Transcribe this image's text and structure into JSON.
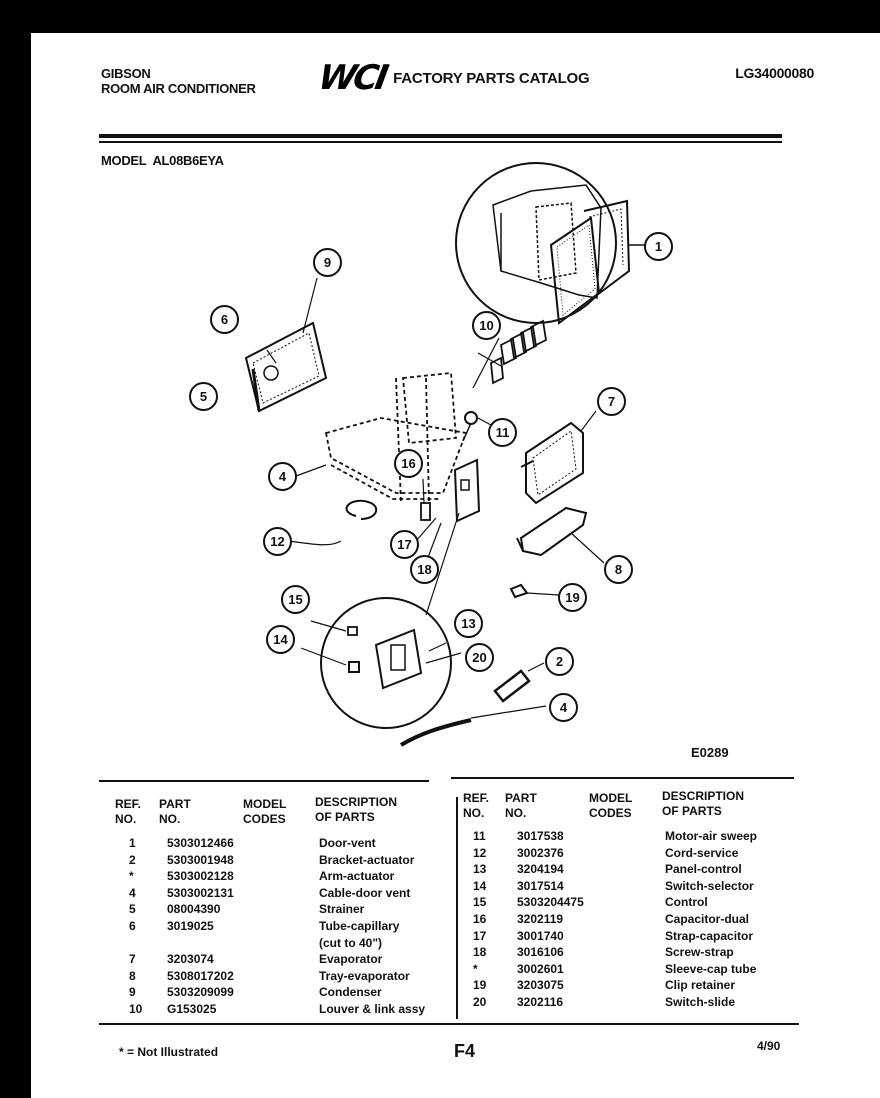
{
  "header": {
    "brand_line1": "GIBSON",
    "brand_line2": "ROOM AIR CONDITIONER",
    "logo": "WCI",
    "catalog_title": "FACTORY PARTS CATALOG",
    "doc_number": "LG34000080"
  },
  "model": {
    "label": "MODEL",
    "value": "AL08B6EYA"
  },
  "diagram": {
    "code": "E0289",
    "callouts": [
      "1",
      "2",
      "4",
      "4",
      "5",
      "6",
      "7",
      "8",
      "9",
      "10",
      "11",
      "12",
      "13",
      "14",
      "15",
      "16",
      "17",
      "18",
      "19",
      "20"
    ]
  },
  "table": {
    "headers": {
      "ref_line1": "REF.",
      "ref_line2": "NO.",
      "part_line1": "PART",
      "part_line2": "NO.",
      "model_line1": "MODEL",
      "model_line2": "CODES",
      "desc_line1": "DESCRIPTION",
      "desc_line2": "OF PARTS"
    },
    "left_rows": [
      {
        "ref": "1",
        "part": "5303012466",
        "desc": "Door-vent"
      },
      {
        "ref": "2",
        "part": "5303001948",
        "desc": "Bracket-actuator"
      },
      {
        "ref": "*",
        "part": "5303002128",
        "desc": "Arm-actuator"
      },
      {
        "ref": "4",
        "part": "5303002131",
        "desc": "Cable-door vent"
      },
      {
        "ref": "5",
        "part": "08004390",
        "desc": "Strainer"
      },
      {
        "ref": "6",
        "part": "3019025",
        "desc": "Tube-capillary"
      },
      {
        "ref": "",
        "part": "",
        "desc": "(cut to 40\")"
      },
      {
        "ref": "7",
        "part": "3203074",
        "desc": "Evaporator"
      },
      {
        "ref": "8",
        "part": "5308017202",
        "desc": "Tray-evaporator"
      },
      {
        "ref": "9",
        "part": "5303209099",
        "desc": "Condenser"
      },
      {
        "ref": "10",
        "part": "G153025",
        "desc": "Louver & link assy"
      }
    ],
    "right_rows": [
      {
        "ref": "11",
        "part": "3017538",
        "desc": "Motor-air sweep"
      },
      {
        "ref": "12",
        "part": "3002376",
        "desc": "Cord-service"
      },
      {
        "ref": "13",
        "part": "3204194",
        "desc": "Panel-control"
      },
      {
        "ref": "14",
        "part": "3017514",
        "desc": "Switch-selector"
      },
      {
        "ref": "15",
        "part": "5303204475",
        "desc": "Control"
      },
      {
        "ref": "16",
        "part": "3202119",
        "desc": "Capacitor-dual"
      },
      {
        "ref": "17",
        "part": "3001740",
        "desc": "Strap-capacitor"
      },
      {
        "ref": "18",
        "part": "3016106",
        "desc": "Screw-strap"
      },
      {
        "ref": "*",
        "part": "3002601",
        "desc": "Sleeve-cap tube"
      },
      {
        "ref": "19",
        "part": "3203075",
        "desc": "Clip retainer"
      },
      {
        "ref": "20",
        "part": "3202116",
        "desc": "Switch-slide"
      }
    ]
  },
  "footer": {
    "note": "* = Not Illustrated",
    "page": "F4",
    "date": "4/90"
  }
}
